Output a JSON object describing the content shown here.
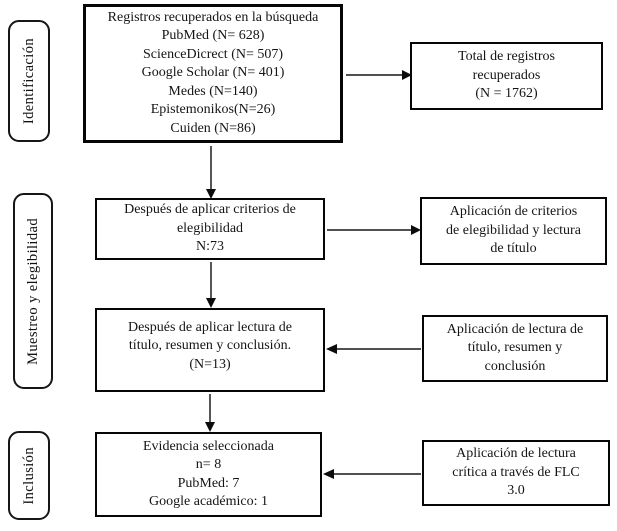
{
  "figure": {
    "background": "#ffffff",
    "line_color": "#383838",
    "border_color": "#060606"
  },
  "stages": [
    {
      "label": "Identificación"
    },
    {
      "label": "Muestreo y elegibilidad"
    },
    {
      "label": "Inclusión"
    }
  ],
  "main_boxes": [
    {
      "lines": [
        "Registros recuperados en la búsqueda",
        "PubMed (N= 628)",
        "ScienceDicrect (N= 507)",
        "Google Scholar (N= 401)",
        "Medes (N=140)",
        "Epistemonikos(N=26)",
        "Cuiden (N=86)"
      ]
    },
    {
      "lines": [
        "Después de aplicar criterios de",
        "elegibilidad",
        "N:73"
      ]
    },
    {
      "lines": [
        "Después de aplicar lectura de",
        "título, resumen y conclusión.",
        "(N=13)"
      ]
    },
    {
      "lines": [
        "Evidencia seleccionada",
        "n= 8",
        "PubMed: 7",
        "Google académico: 1"
      ]
    }
  ],
  "side_boxes": [
    {
      "lines": [
        "Total de registros",
        "recuperados",
        "(N = 1762)"
      ]
    },
    {
      "lines": [
        "Aplicación de criterios",
        "de elegibilidad y lectura",
        "de título"
      ]
    },
    {
      "lines": [
        "Aplicación de lectura de",
        "título, resumen y",
        "conclusión"
      ]
    },
    {
      "lines": [
        "Aplicación de lectura",
        "crítica a través de FLC",
        "3.0"
      ]
    }
  ]
}
